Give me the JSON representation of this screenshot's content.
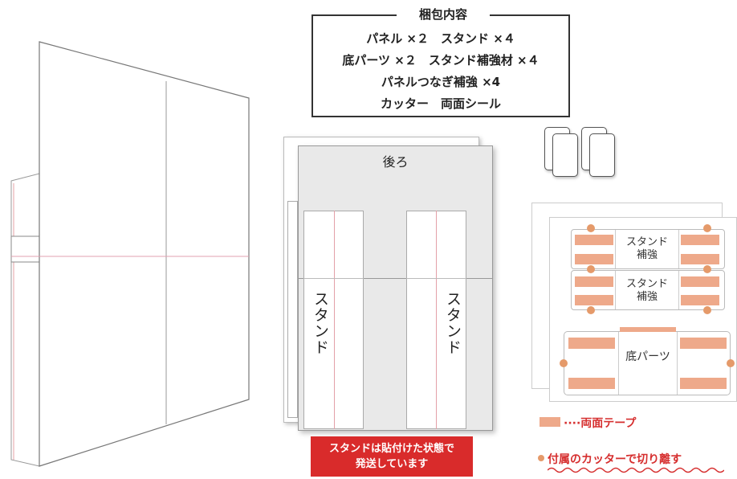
{
  "contents": {
    "title": "梱包内容",
    "lines": [
      "パネル ×２　スタンド ×４",
      "底パーツ ×２　スタンド補強材 ×４",
      "パネルつなぎ補強 ×4",
      "カッター　両面シール"
    ]
  },
  "back_panel": {
    "title": "後ろ",
    "stand_left": "スタンド",
    "stand_right": "スタンド"
  },
  "red_note": {
    "line1": "スタンドは貼付けた状態で",
    "line2": "発送しています"
  },
  "parts": {
    "stand_reinforce_1": "スタンド\n補強",
    "stand_reinforce_2": "スタンド\n補強",
    "base_part": "底パーツ"
  },
  "legend": {
    "tape": "····両面テープ",
    "cut": "付属のカッターで切り離す"
  },
  "colors": {
    "tape": "#eea98a",
    "dot": "#e59a6a",
    "note_red": "#d92b2b",
    "legend_red": "#d62f2f"
  }
}
